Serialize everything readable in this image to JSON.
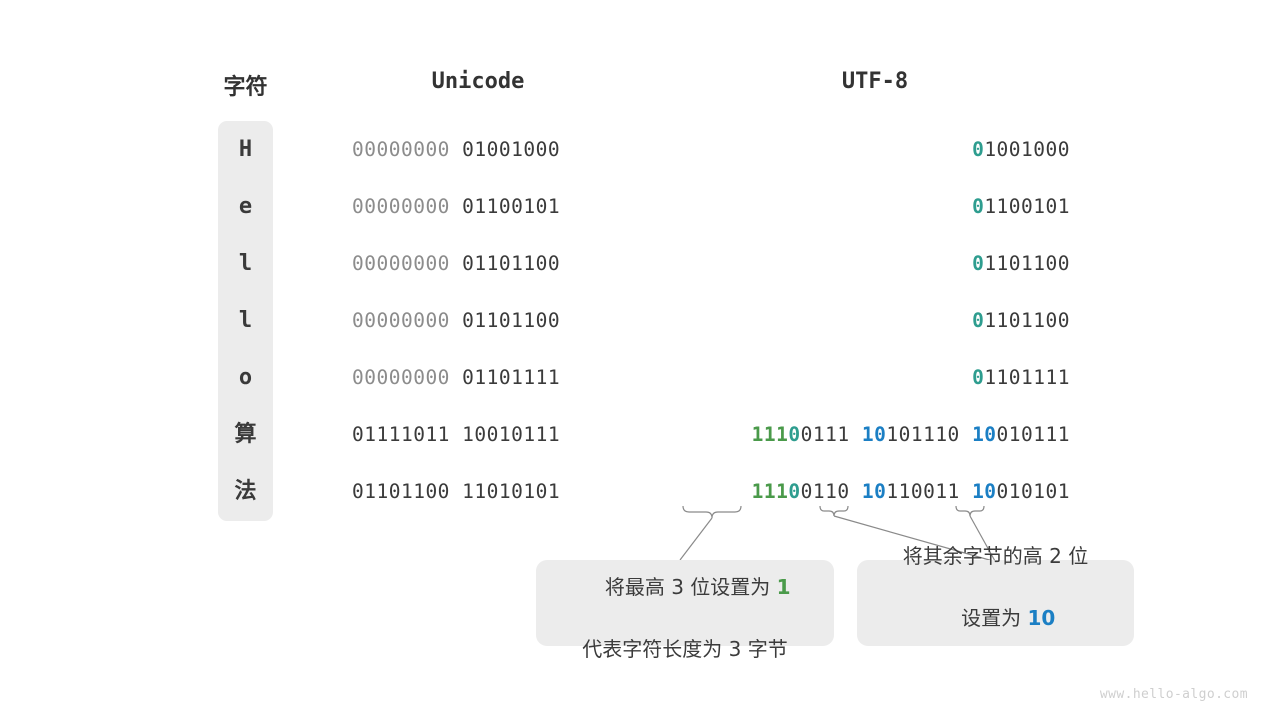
{
  "headers": {
    "character": "字符",
    "unicode": "Unicode",
    "utf8": "UTF-8"
  },
  "rows": [
    {
      "char": "H",
      "unicode_high": "00000000",
      "unicode_low": "01001000",
      "utf8": [
        {
          "lead": "0",
          "lead_color": "teal",
          "rest": "1001000"
        }
      ]
    },
    {
      "char": "e",
      "unicode_high": "00000000",
      "unicode_low": "01100101",
      "utf8": [
        {
          "lead": "0",
          "lead_color": "teal",
          "rest": "1100101"
        }
      ]
    },
    {
      "char": "l",
      "unicode_high": "00000000",
      "unicode_low": "01101100",
      "utf8": [
        {
          "lead": "0",
          "lead_color": "teal",
          "rest": "1101100"
        }
      ]
    },
    {
      "char": "l",
      "unicode_high": "00000000",
      "unicode_low": "01101100",
      "utf8": [
        {
          "lead": "0",
          "lead_color": "teal",
          "rest": "1101100"
        }
      ]
    },
    {
      "char": "o",
      "unicode_high": "00000000",
      "unicode_low": "01101111",
      "utf8": [
        {
          "lead": "0",
          "lead_color": "teal",
          "rest": "1101111"
        }
      ]
    },
    {
      "char": "算",
      "unicode_high": "01111011",
      "unicode_low": "10010111",
      "utf8": [
        {
          "lead": "111",
          "lead_color": "green",
          "mid": "0",
          "mid_color": "teal",
          "rest": "0111"
        },
        {
          "lead": "10",
          "lead_color": "blue",
          "rest": "101110"
        },
        {
          "lead": "10",
          "lead_color": "blue",
          "rest": "010111"
        }
      ]
    },
    {
      "char": "法",
      "unicode_high": "01101100",
      "unicode_low": "11010101",
      "utf8": [
        {
          "lead": "111",
          "lead_color": "green",
          "mid": "0",
          "mid_color": "teal",
          "rest": "0110"
        },
        {
          "lead": "10",
          "lead_color": "blue",
          "rest": "110011"
        },
        {
          "lead": "10",
          "lead_color": "blue",
          "rest": "010101"
        }
      ]
    }
  ],
  "notes": [
    {
      "id": "note-1",
      "line1_pre": "将最高 3 位设置为 ",
      "line1_hl": "1",
      "line1_hl_color": "green",
      "line2": "代表字符长度为 3 字节"
    },
    {
      "id": "note-2",
      "line1_pre": "将其余字节的高 2 位",
      "line1_hl": "",
      "line1_hl_color": "blue",
      "line2_pre": "设置为 ",
      "line2_hl": "10",
      "line2_hl_color": "blue"
    }
  ],
  "colors": {
    "teal": "#2e9d8f",
    "green": "#4a9a4a",
    "blue": "#1b7fc4",
    "panel": "#ececec",
    "dim": "#8c8c8c",
    "dark": "#3b3b3b"
  },
  "watermark": "www.hello-algo.com"
}
